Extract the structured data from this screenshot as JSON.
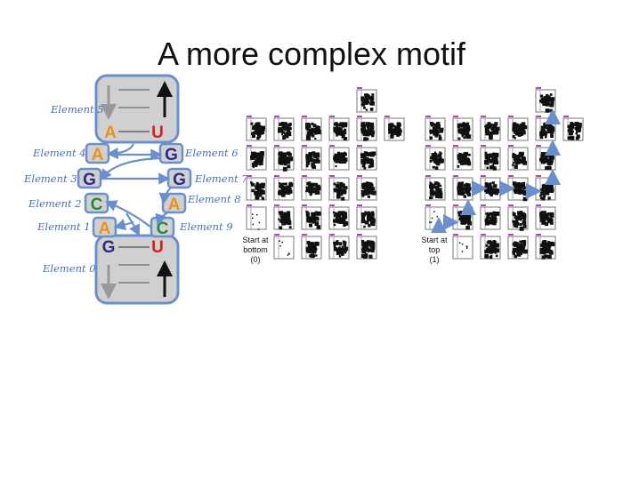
{
  "title": "A more complex motif",
  "elements": {
    "e5": "Element 5",
    "e4": "Element 4",
    "e6": "Element 6",
    "e3": "Element 3",
    "e7": "Element 7",
    "e2": "Element 2",
    "e8": "Element 8",
    "e1": "Element 1",
    "e9": "Element 9",
    "e0": "Element 0"
  },
  "nucleotides": {
    "e5_left": "A",
    "e5_right": "U",
    "e4": "A",
    "e6": "G",
    "e3": "G",
    "e7": "G",
    "e2": "C",
    "e8": "A",
    "e1": "A",
    "e9": "C",
    "e0_left": "G",
    "e0_right": "U"
  },
  "colors": {
    "A": "#e8921e",
    "U": "#d32020",
    "G": "#2a2a8a",
    "C": "#1e8a3a",
    "accent": "#6a8fcc"
  },
  "left_grid": {
    "start_line1": "Start at",
    "start_line2": "bottom",
    "start_line3": "(0)"
  },
  "right_grid": {
    "start_line1": "Start at",
    "start_line2": "top",
    "start_line3": "(1)"
  }
}
